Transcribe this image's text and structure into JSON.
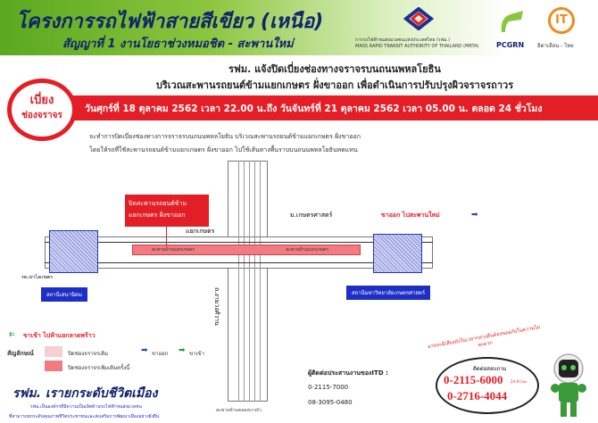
{
  "header": {
    "title": "โครงการรถไฟฟ้าสายสีเขียว (เหนือ)",
    "subtitle": "สัญญาที่ 1 งานโยธาช่วงหมอชิต - สะพานใหม่",
    "logos": {
      "mrta_th": "การรถไฟฟ้าขนส่งมวลชนแห่งประเทศไทย (รฟม.)",
      "mrta_en": "MASS RAPID TRANSIT AUTHORITY OF THAILAND (MRTA)",
      "pcgrn": "PCGRN",
      "itd": "อิตาเลียน - ไทย"
    }
  },
  "notice": {
    "line1": "รฟม. แจ้งปิดเบี่ยงช่องทางจราจรบนถนนพหลโยธิน",
    "line2": "บริเวณสะพานรถยนต์ข้ามแยกเกษตร ฝั่งขาออก เพื่อดำเนินการปรับปรุงผิวจราจรถาวร",
    "badge_line1": "เบี่ยง",
    "badge_line2": "ช่องจราจร",
    "schedule": "วันศุกร์ที่ 18 ตุลาคม 2562 เวลา 22.00 น.ถึง วันจันทร์ที่ 21 ตุลาคม 2562 เวลา 05.00 น. ตลอด 24 ชั่วโมง",
    "desc1": "จะทำการปิดเบี่ยงช่องทางการจราจรบนถนนพหลโยธิน บริเวณสะพานรถยนต์ข้ามแยกเกษตร ฝั่งขาออก",
    "desc2": "โดยให้รถที่ใช้สะพานรถยนต์ข้ามแยกเกษตร ฝั่งขาออก ไปใช้เส้นทางพื้นราบบนถนนพหลโยธินทดแทน"
  },
  "map": {
    "closure_label1": "ปิดสะพานรถยนต์ข้าม",
    "closure_label2": "แยกเกษตร ฝั่งขาออก",
    "intersection": "แยกเกษตร",
    "university": "ม.เกษตรศาสตร์",
    "outbound": "ขาออก ไปสะพานใหม่",
    "hospital": "รพ.เปาโลเกษตร",
    "bridge_left": "สะพานข้ามแยกเกษตร",
    "bridge_right": "สะพานข้ามแยกเกษตร",
    "station_left": "สถานีเสนานิคม",
    "station_right": "สถานีมหาวิทยาลัยเกษตรศาสตร์",
    "road_south": "ถ.งามวงศ์วาน",
    "bottom_label": "สะพานข้ามคลองบางบัว"
  },
  "legend": {
    "inbound_note": "ขาเข้า ไปห้าแยกลาดพร้าว",
    "title": "สัญลักษณ์",
    "closed_existing": "ปิดช่องจราจรเดิม",
    "outbound": "ขาออก",
    "inbound": "ขาเข้า",
    "closed_new": "ปิดช่องจราจรเพิ่มเติมครั้งนี้",
    "colors": {
      "closed_existing": "#f7cfd2",
      "closed_new": "#f07b80"
    }
  },
  "footer": {
    "slogan": "รฟม. เรายกระดับชีวิตเมือง",
    "tag1": "รฟม.เป็นองค์กรที่มีความเป็นเลิศด้านรถไฟฟ้าขนส่งมวลชน",
    "tag2": "ที่สามารถยกระดับคุณภาพชีวิตประชาชนและส่งเสริมการพัฒนาเมืองอย่างยั่งยืน",
    "contact_title": "ผู้ติดต่อประสานงานของITD :",
    "contact1": "0-2115-7000",
    "contact2": "08-3095-0480",
    "apology": "อาจจะมีเสียงดังในเวลากลางคืนต้องขออภัยในความไม่สะดวก",
    "inquiry": "ติดต่อสอบถาม",
    "hotline1": "0-2115-6000",
    "hotline1_note": "24 ชั่วโมง",
    "hotline2": "0-2716-4044"
  }
}
